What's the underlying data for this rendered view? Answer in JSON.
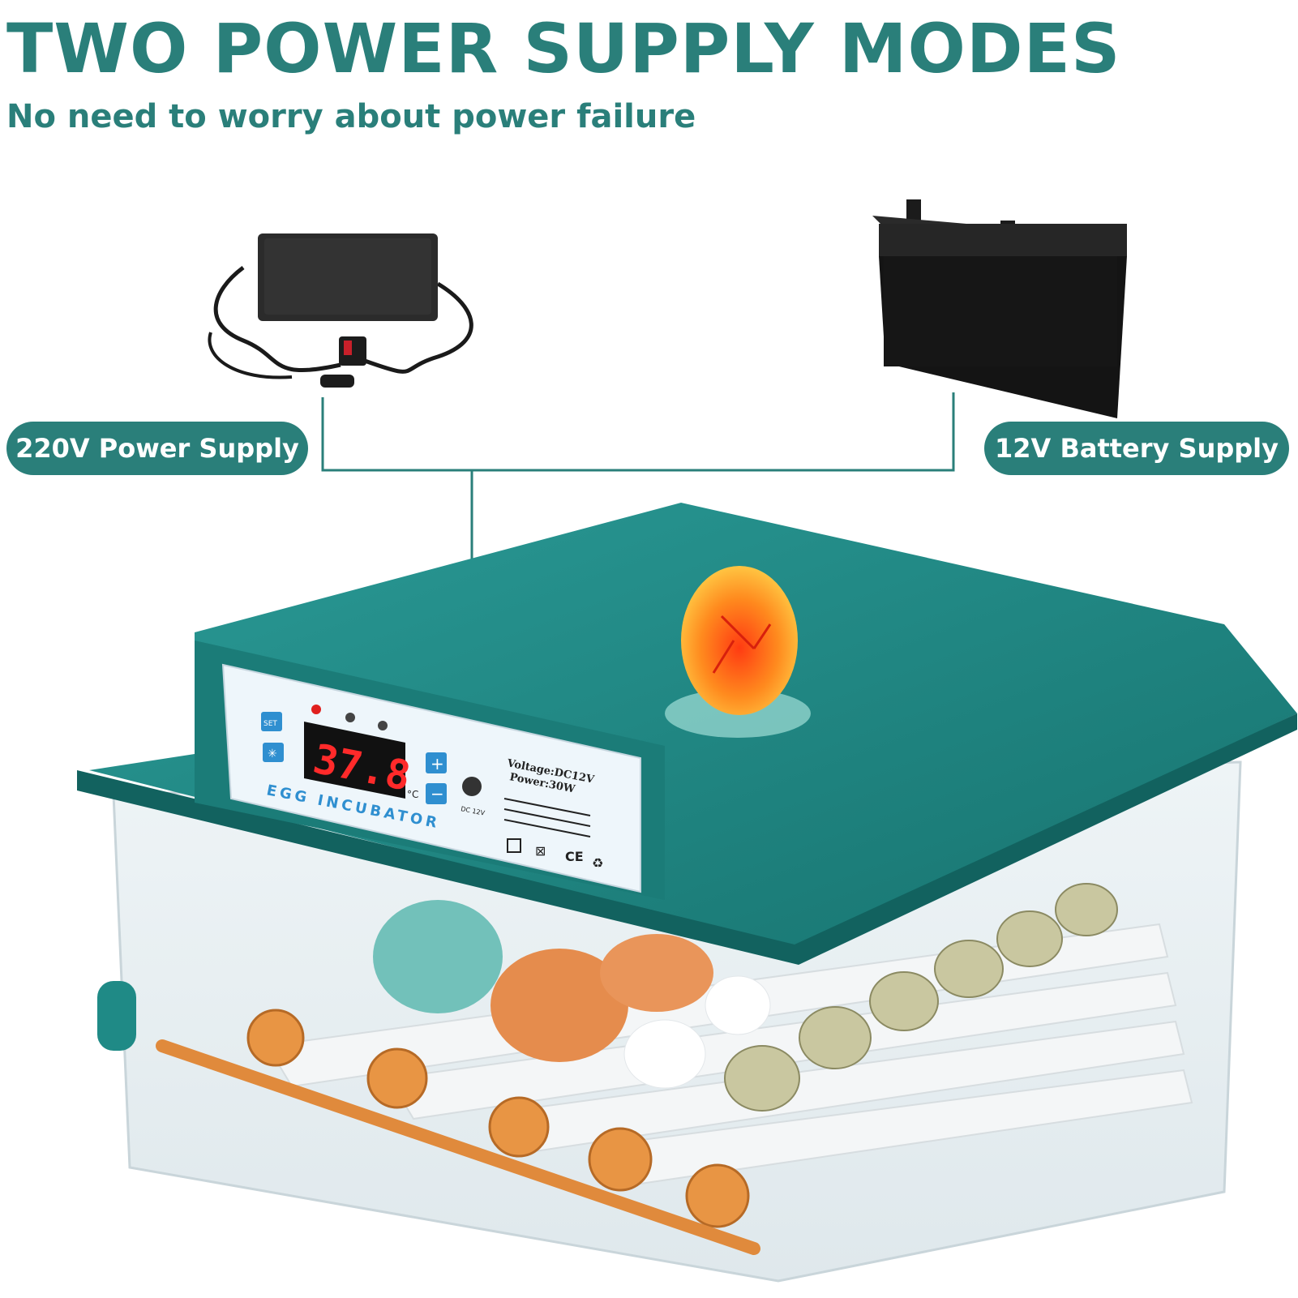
{
  "title": "TWO POWER SUPPLY MODES",
  "subtitle": "No need to worry about power failure",
  "labels": {
    "left": "220V Power Supply",
    "right": "12V Battery Supply"
  },
  "panel": {
    "display_value": "37.8",
    "unit": "°C",
    "set_button": "SET",
    "plus_button": "+",
    "minus_button": "−",
    "brand": "EGG INCUBATOR",
    "voltage": "Voltage:DC12V",
    "power": "Power:30W",
    "port_label": "DC 12V",
    "ce_mark": "CE"
  },
  "colors": {
    "accent": "#2a7f7a",
    "incubator_teal": "#1f8a86",
    "lcd_red": "#ff2a2a"
  },
  "icons": [
    "power-adapter-icon",
    "car-battery-icon",
    "egg-candler-icon",
    "flame-indicator-icon",
    "fan-indicator-icon",
    "alert-indicator-icon",
    "light-button-icon"
  ]
}
